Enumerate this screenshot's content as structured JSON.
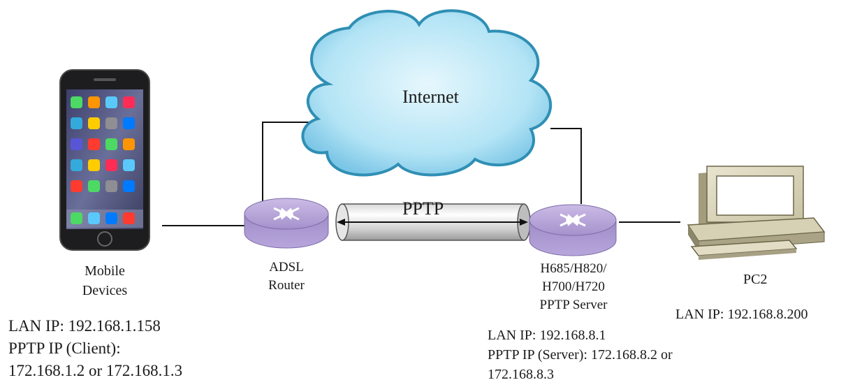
{
  "cloud": {
    "label": "Internet",
    "fill_color": "#aee3f4",
    "edge_color": "#2f8fb4"
  },
  "tunnel": {
    "label": "PPTP"
  },
  "router_color": "#b9a6d8",
  "nodes": {
    "mobile": {
      "name_lines": [
        "Mobile",
        "Devices"
      ],
      "info_lines": [
        "LAN IP: 192.168.1.158",
        "PPTP IP (Client):",
        "172.168.1.2 or 172.168.1.3"
      ]
    },
    "adsl": {
      "name_lines": [
        "ADSL",
        "Router"
      ]
    },
    "server": {
      "name_lines": [
        "H685/H820/",
        "H700/H720",
        "PPTP Server"
      ],
      "info_lines": [
        "LAN IP: 192.168.8.1",
        "PPTP IP (Server): 172.168.8.2 or",
        "172.168.8.3"
      ]
    },
    "pc2": {
      "name": "PC2",
      "info": "LAN IP: 192.168.8.200"
    }
  }
}
